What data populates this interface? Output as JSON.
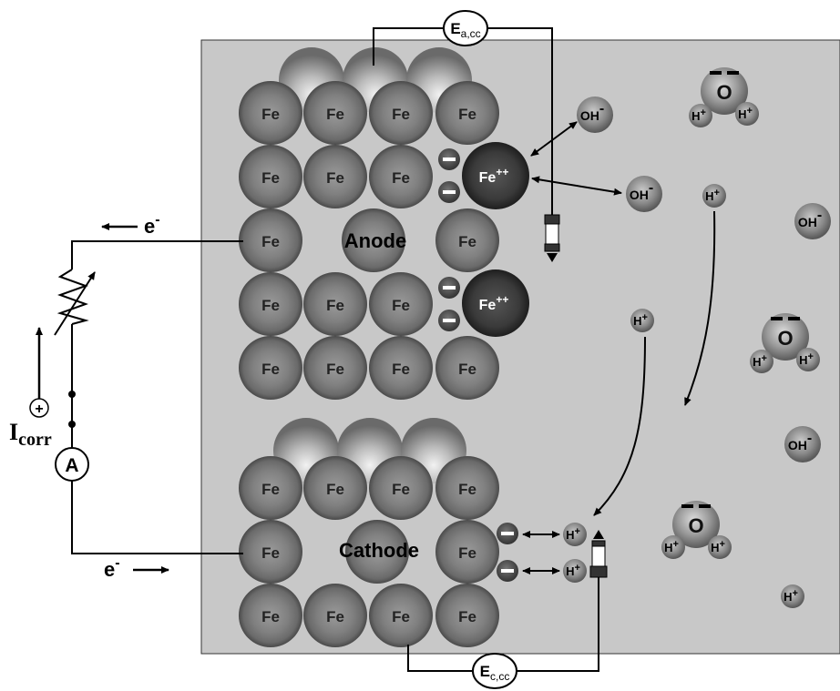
{
  "labels": {
    "fe": "Fe",
    "fe_ion": "Fe",
    "fe_ion_charge": "++",
    "anode": "Anode",
    "cathode": "Cathode",
    "oh": "OH",
    "h_plus": "H",
    "plus_sup": "+",
    "o": "O",
    "electron": "e",
    "electron_sup": "-",
    "icorr_main": "I",
    "icorr_sub": "corr",
    "ammeter": "A",
    "plus_sign": "+",
    "e_anode_main": "E",
    "e_anode_sub": "a,cc",
    "e_cathode_main": "E",
    "e_cathode_sub": "c,cc"
  },
  "colors": {
    "electrolyte": "#c8c8c8",
    "atom_light": "#bdbdbd",
    "atom_dark": "#5a5a5a",
    "ion_dark": "#2e2e2e",
    "wire": "#000000"
  }
}
